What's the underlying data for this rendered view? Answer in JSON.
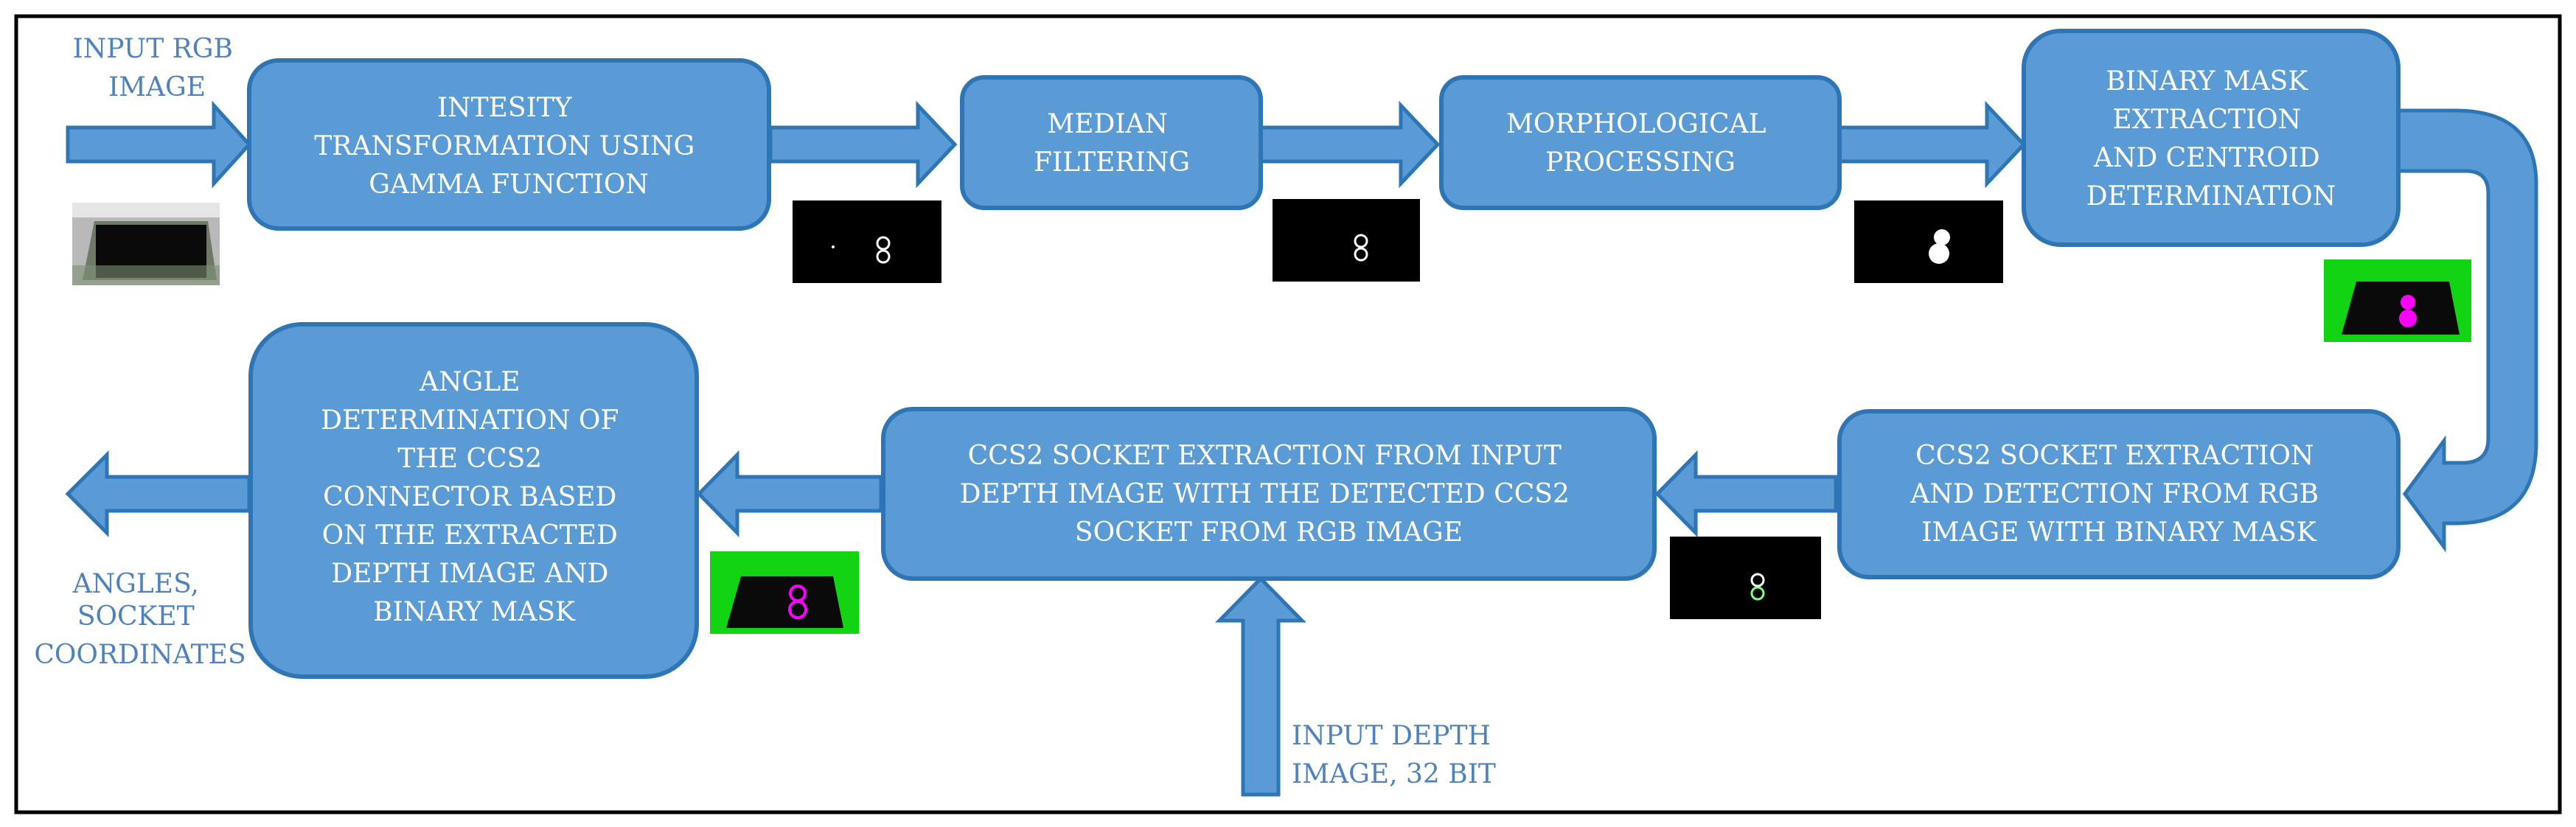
{
  "colors": {
    "box_fill": "#5b9bd5",
    "box_stroke": "#2e75b6",
    "arrow_fill": "#5b9bd5",
    "arrow_stroke": "#2e75b6",
    "io_text": "#4f81bd",
    "frame": "#000000",
    "green_bg": "#13d413",
    "magenta": "#ff00ff"
  },
  "inputs": {
    "rgb": [
      "INPUT RGB",
      "IMAGE"
    ],
    "depth": [
      "INPUT DEPTH",
      "IMAGE, 32 BIT"
    ]
  },
  "outputs": {
    "final": [
      "ANGLES,",
      "SOCKET",
      "COORDINATES"
    ]
  },
  "steps": {
    "gamma": [
      "INTESITY",
      "TRANSFORMATION USING",
      "GAMMA FUNCTION"
    ],
    "median": [
      "MEDIAN",
      "FILTERING"
    ],
    "morph": [
      "MORPHOLOGICAL",
      "PROCESSING"
    ],
    "mask": [
      "BINARY MASK",
      "EXTRACTION",
      "AND CENTROID",
      "DETERMINATION"
    ],
    "rgb_detect": [
      "CCS2 SOCKET EXTRACTION",
      "AND DETECTION FROM RGB",
      "IMAGE WITH BINARY MASK"
    ],
    "depth_extract": [
      "CCS2 SOCKET EXTRACTION FROM INPUT",
      "DEPTH IMAGE WITH THE DETECTED CCS2",
      "SOCKET FROM RGB IMAGE"
    ],
    "angle": [
      "ANGLE",
      "DETERMINATION OF",
      "THE CCS2",
      "CONNECTOR BASED",
      "ON THE EXTRACTED",
      "DEPTH IMAGE AND",
      "BINARY MASK"
    ]
  },
  "thumbnails": {
    "input_photo": "photo-thumbnail",
    "after_gamma": "dark-thumbnail",
    "after_median": "dark-thumbnail",
    "after_morph": "dark-thumbnail",
    "after_mask": "green-thumbnail",
    "after_rgb_detect": "dark-thumbnail",
    "after_depth": "green-thumbnail"
  }
}
